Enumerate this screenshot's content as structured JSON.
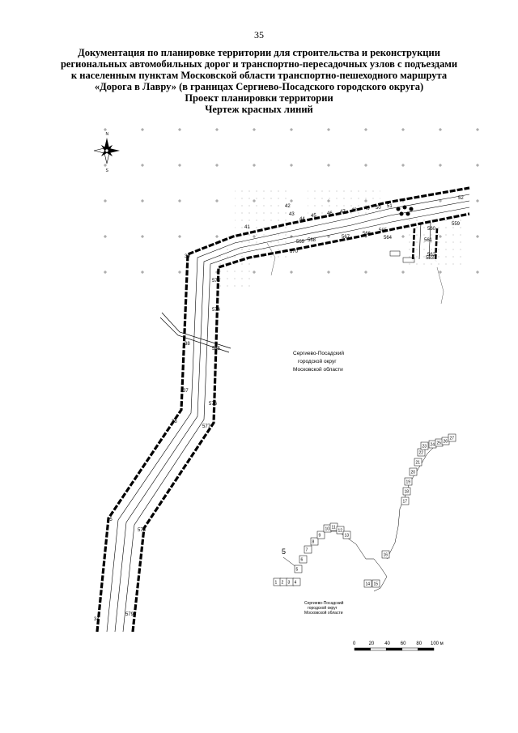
{
  "page_number": "35",
  "title_lines": [
    "Документация по планировке территории для строительства и реконструкции",
    "региональных автомобильных дорог и транспортно-пересадочных узлов с подъездами",
    "к населенным пунктам Московской области транспортно-пешеходного маршрута",
    "«Дорога в Лавру» (в границах Сергиево-Посадского городского округа)",
    "Проект планировки территории",
    "Чертеж красных линий"
  ],
  "region_label_lines": [
    "Сергиево-Посадский",
    "городской округ",
    "Московской области"
  ],
  "inset_label_lines": [
    "Сергиево-Посадский",
    "городской округ",
    "Московской области"
  ],
  "inset_pointer_label": "5",
  "compass": {
    "north": "N",
    "south": "S"
  },
  "left_points": [
    "34",
    "35",
    "36",
    "37",
    "38",
    "39",
    "41",
    "42",
    "43",
    "44",
    "45",
    "46",
    "47",
    "48",
    "49",
    "50",
    "51",
    "52"
  ],
  "right_points": [
    "579",
    "578",
    "577",
    "576",
    "575",
    "574",
    "573",
    "570",
    "569",
    "568",
    "567",
    "566",
    "565",
    "564",
    "563",
    "562",
    "561",
    "560",
    "559"
  ],
  "inset_sheets": [
    "1",
    "2",
    "3",
    "4",
    "5",
    "6",
    "7",
    "8",
    "9",
    "10",
    "11",
    "12",
    "13",
    "14",
    "15",
    "16",
    "17",
    "18",
    "19",
    "20",
    "21",
    "22",
    "23",
    "24",
    "25",
    "26",
    "27"
  ],
  "scale_bar": {
    "ticks": [
      "0",
      "20",
      "40",
      "60",
      "80"
    ],
    "unit": "100 м"
  }
}
